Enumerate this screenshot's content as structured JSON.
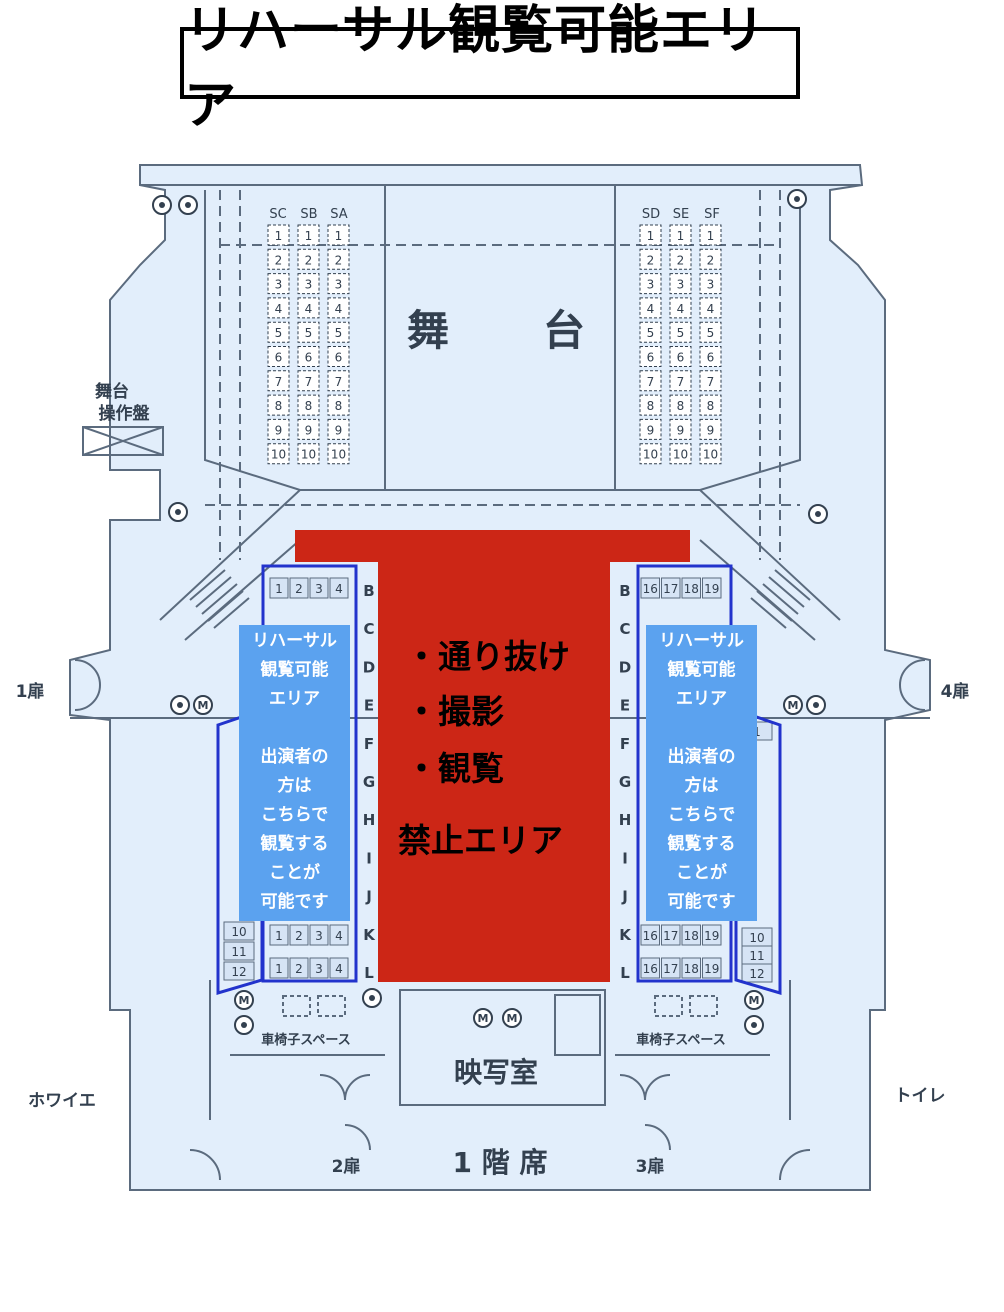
{
  "title": "リハーサル観覧可能エリア",
  "stage": {
    "label_left": "舞",
    "label_right": "台",
    "control_panel_line1": "舞台",
    "control_panel_line2": "操作盤"
  },
  "stage_side_seats": {
    "left_columns": [
      "SC",
      "SB",
      "SA"
    ],
    "right_columns": [
      "SD",
      "SE",
      "SF"
    ],
    "numbers": [
      "1",
      "2",
      "3",
      "4",
      "5",
      "6",
      "7",
      "8",
      "9",
      "10"
    ]
  },
  "row_letters": [
    "B",
    "C",
    "D",
    "E",
    "F",
    "G",
    "H",
    "I",
    "J",
    "K",
    "L"
  ],
  "left_block_seats": [
    "1",
    "2",
    "3",
    "4"
  ],
  "right_block_seats": [
    "16",
    "17",
    "18",
    "19"
  ],
  "left_side_seats": [
    "10",
    "11",
    "12"
  ],
  "right_side_seats": [
    "1",
    "10",
    "11",
    "12"
  ],
  "forbidden_area": {
    "items": [
      "・通り抜け",
      "・撮影",
      "・観覧"
    ],
    "label": "禁止エリア",
    "color": "#cc2616"
  },
  "callout": {
    "line1": "リハーサル",
    "line2": "観覧可能",
    "line3": "エリア",
    "line4": "出演者の",
    "line5": "方は",
    "line6": "こちらで",
    "line7": "観覧する",
    "line8": "ことが",
    "line9": "可能です",
    "color": "#5ba2ef",
    "outline_color": "#2233cc"
  },
  "doors": {
    "door1": "1扉",
    "door2": "2扉",
    "door3": "3扉",
    "door4": "4扉"
  },
  "rooms": {
    "projection": "映写室",
    "wheelchair_left": "車椅子スペース",
    "wheelchair_right": "車椅子スペース",
    "foyer": "ホワイエ",
    "toilet": "トイレ",
    "floor": "1 階 席"
  },
  "map_background": "#e2eefb"
}
